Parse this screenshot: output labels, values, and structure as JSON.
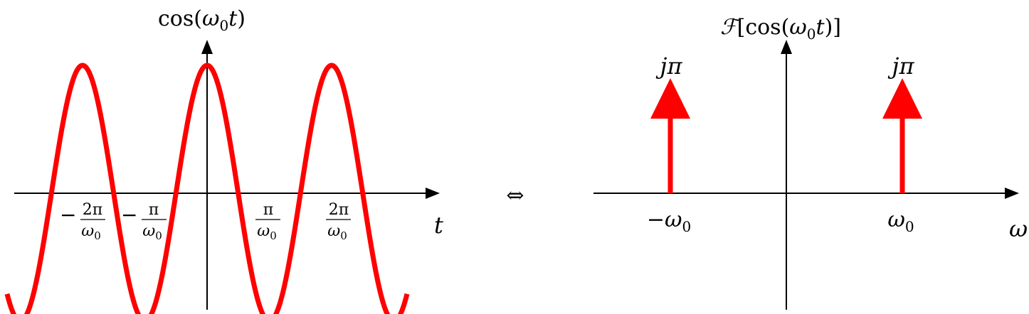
{
  "left_plot": {
    "y_label": {
      "fn": "cos",
      "lp": "(",
      "omega": "ω",
      "sub": "0",
      "t": "t",
      "rp": ")"
    },
    "x_label": "t",
    "ticks": [
      {
        "sign": "−",
        "num": "2π",
        "den_sym": "ω",
        "den_sub": "0"
      },
      {
        "sign": "−",
        "num": "π",
        "den_sym": "ω",
        "den_sub": "0"
      },
      {
        "sign": "",
        "num": "π",
        "den_sym": "ω",
        "den_sub": "0"
      },
      {
        "sign": "",
        "num": "2π",
        "den_sym": "ω",
        "den_sub": "0"
      }
    ],
    "curve_color": "#ff0000"
  },
  "equivalence": "⇔",
  "right_plot": {
    "y_label": {
      "F": "ℱ",
      "lb": "[",
      "fn": "cos",
      "lp": "(",
      "omega": "ω",
      "sub": "0",
      "t": "t",
      "rp": ")",
      "rb": "]"
    },
    "x_label": "ω",
    "impulses": [
      {
        "label_j": "j",
        "label_pi": "π",
        "tick_sign": "−",
        "tick_sym": "ω",
        "tick_sub": "0"
      },
      {
        "label_j": "j",
        "label_pi": "π",
        "tick_sign": "",
        "tick_sym": "ω",
        "tick_sub": "0"
      }
    ],
    "impulse_color": "#ff0000"
  }
}
